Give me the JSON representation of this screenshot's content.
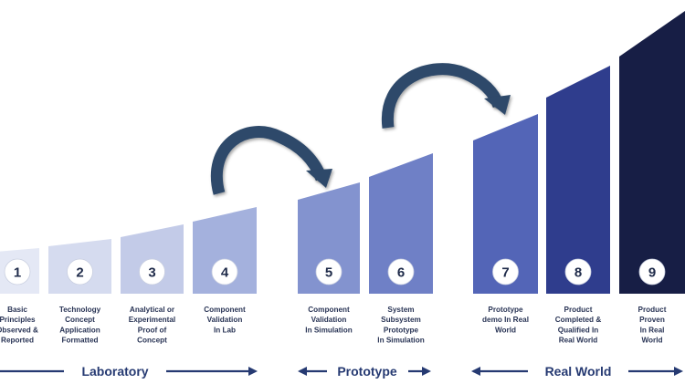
{
  "levels": [
    {
      "number": "1",
      "lines": [
        "Basic",
        "Principles",
        "Observed &",
        "Reported"
      ],
      "color": "#e4e8f5"
    },
    {
      "number": "2",
      "lines": [
        "Technology",
        "Concept",
        "Application",
        "Formatted"
      ],
      "color": "#d5dbef"
    },
    {
      "number": "3",
      "lines": [
        "Analytical or",
        "Experimental",
        "Proof of",
        "Concept"
      ],
      "color": "#c3cbe8"
    },
    {
      "number": "4",
      "lines": [
        "Component",
        "Validation",
        "In Lab"
      ],
      "color": "#a4b1dd"
    },
    {
      "number": "5",
      "lines": [
        "Component",
        "Validation",
        "In Simulation"
      ],
      "color": "#8393cf"
    },
    {
      "number": "6",
      "lines": [
        "System",
        "Subsystem",
        "Prototype",
        "In Simulation"
      ],
      "color": "#6f80c6"
    },
    {
      "number": "7",
      "lines": [
        "Prototype",
        "demo In Real",
        "World"
      ],
      "color": "#5365b7"
    },
    {
      "number": "8",
      "lines": [
        "Product",
        "Completed &",
        "Qualified In",
        "Real World"
      ],
      "color": "#2f3d8d"
    },
    {
      "number": "9",
      "lines": [
        "Product",
        "Proven",
        "In Real",
        "World"
      ],
      "color": "#171e45"
    }
  ],
  "phases": [
    {
      "label": "Laboratory"
    },
    {
      "label": "Prototype"
    },
    {
      "label": "Real World"
    }
  ],
  "colors": {
    "arrow": "#2e4a6b",
    "phase_line": "#263a72",
    "circle_fill": "#ffffff"
  }
}
